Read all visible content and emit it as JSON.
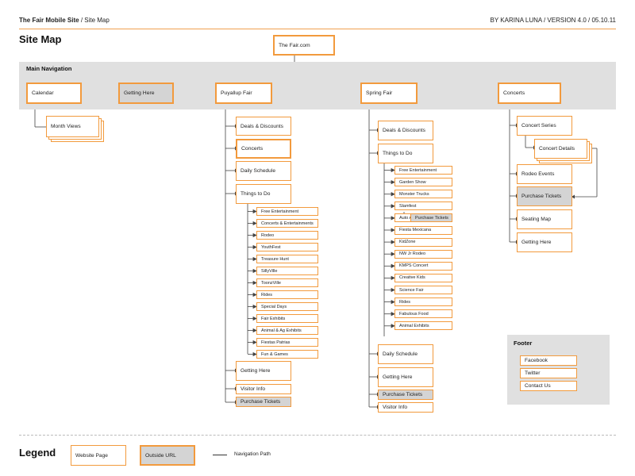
{
  "header": {
    "site_name": "The Fair Mobile Site",
    "page_name": "/ Site Map",
    "meta": "BY KARINA LUNA  /  VERSION 4.0  /  05.10.11"
  },
  "title": "Site Map",
  "root": "The Fair.com",
  "main_nav_label": "Main Navigation",
  "nav": {
    "calendar": "Calendar",
    "getting_here": "Getting Here",
    "puyallup": "Puyallup Fair",
    "spring": "Spring Fair",
    "concerts": "Concerts"
  },
  "calendar_children": [
    "Month Views"
  ],
  "puyallup": {
    "children": [
      "Deals & Discounts",
      "Concerts",
      "Daily Schedule",
      "Things to Do"
    ],
    "things": [
      "Free Entertainment",
      "Concerts & Entertainments",
      "Rodeo",
      "YouthFest",
      "Treasure Hunt",
      "SillyVille",
      "ToonzVille",
      "Rides",
      "Special Days",
      "Fair Exhibits",
      "Animal & Ag Exhibits",
      "Fiestas Patrias",
      "Fun & Games"
    ],
    "after": [
      "Getting Here",
      "Visitor Info"
    ],
    "purchase": "Purchase Tickets"
  },
  "spring": {
    "children": [
      "Deals & Discounts",
      "Things to Do"
    ],
    "things": [
      "Free Entertainment",
      "Garden Show",
      "Monster Trucks",
      "Slamfest",
      "Auto Alley",
      "Fiesta Mexicana",
      "KidZone",
      "NW Jr Rodeo",
      "KMPS Concert",
      "Creative Kids",
      "Science Fair",
      "Rides",
      "Fabulous Food",
      "Animal Exhibits"
    ],
    "slamfest_purchase": "Purchase Tickets",
    "after1": "Daily Schedule",
    "after2": "Getting Here",
    "purchase": "Purchase Tickets",
    "visitor": "Visitor Info"
  },
  "concerts": {
    "series": "Concert Series",
    "details": "Concert Details",
    "rodeo": "Rodeo Events",
    "purchase": "Purchase Tickets",
    "seating": "Seating Map",
    "getting_here": "Getting Here"
  },
  "footer": {
    "label": "Footer",
    "items": [
      "Facebook",
      "Twitter",
      "Contact Us"
    ]
  },
  "legend": {
    "title": "Legend",
    "website_page": "Website Page",
    "outside_url": "Outside URL",
    "nav_path": "Navigation Path"
  },
  "colors": {
    "accent": "#f29a3d",
    "band": "#e0e0e0",
    "external": "#d4d4d4"
  }
}
